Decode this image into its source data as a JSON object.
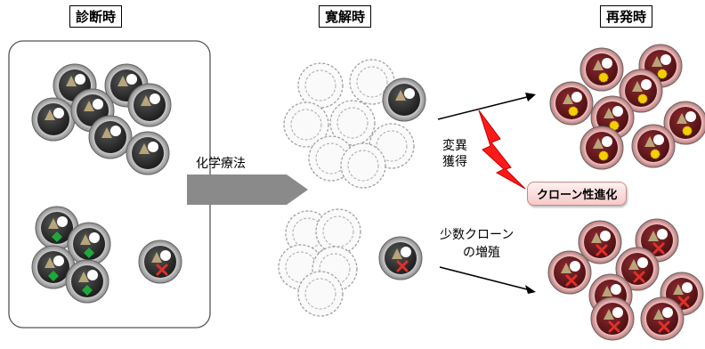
{
  "stages": {
    "diagnosis": "診断時",
    "remission": "寛解時",
    "relapse": "再発時"
  },
  "process": {
    "chemo": "化学療法",
    "acquired_line1": "変異",
    "acquired_line2": "獲得",
    "minor_line1": "少数クローン",
    "minor_line2": "の増殖",
    "clonal_evolution": "クローン性進化"
  },
  "colors": {
    "dark_cell": "#2b2b2b",
    "relapse_cell": "#5a1418",
    "relapse_halo": "#f2c6c6",
    "marker_yellow": "#f5d000",
    "marker_green": "#1fa83a",
    "marker_red": "#e0302a",
    "bolt": "#ff0000",
    "arrow": "#808080"
  }
}
